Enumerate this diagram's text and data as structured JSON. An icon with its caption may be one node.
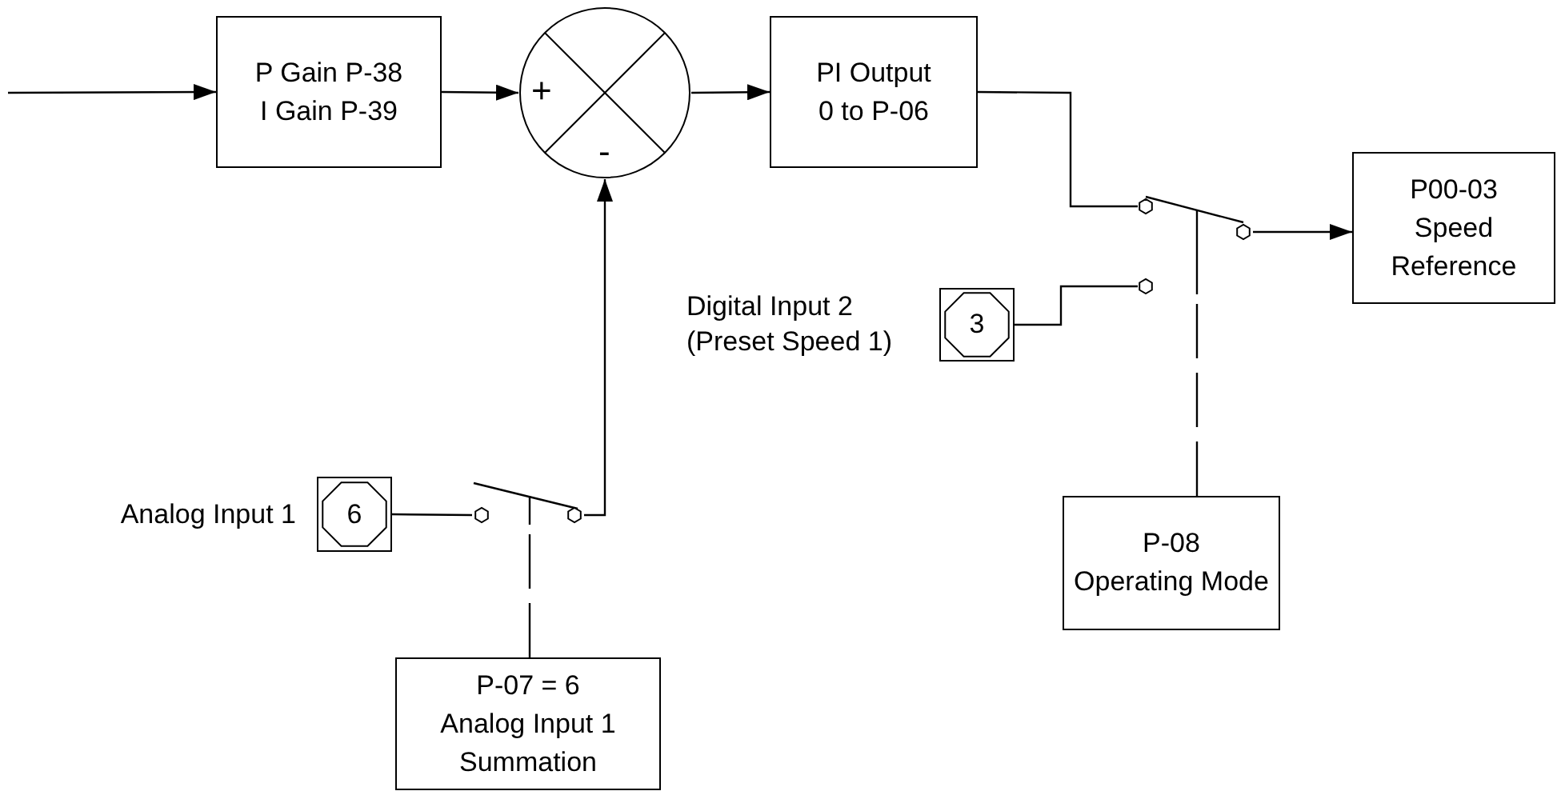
{
  "diagram": {
    "nodes": [
      {
        "text": [
          "P Gain P-38",
          "I Gain P-39"
        ]
      },
      {
        "text": [
          "+",
          "-"
        ]
      },
      {
        "text": [
          "PI Output",
          "0 to P-06"
        ]
      },
      {
        "text": [
          "P00-03",
          "Speed Reference"
        ]
      },
      {
        "text": [],
        "shape": "switch"
      },
      {
        "text": [
          "3"
        ],
        "beside": [
          "Digital Input 2 (Preset Speed 1)"
        ]
      },
      {
        "text": [
          "P-08",
          "Operating Mode"
        ]
      },
      {
        "text": [
          "6"
        ],
        "beside": [
          "Analog Input 1"
        ]
      },
      {
        "text": [],
        "shape": "switch"
      },
      {
        "text": [
          "P-07 = 6",
          "Analog Input 1 Summation"
        ]
      }
    ],
    "edges": [
      {
        "from": null,
        "to": 0,
        "arrow": "to"
      },
      {
        "from": 0,
        "to": 1,
        "arrow": "to"
      },
      {
        "from": 1,
        "to": 2,
        "arrow": "to"
      },
      {
        "from": 2,
        "to": 4,
        "arrow": "none"
      },
      {
        "from": 4,
        "to": 3,
        "arrow": "to"
      },
      {
        "from": 5,
        "to": 4,
        "arrow": "none"
      },
      {
        "from": 6,
        "to": 4,
        "arrow": "none",
        "style": "dashed"
      },
      {
        "from": 7,
        "to": 8,
        "arrow": "none"
      },
      {
        "from": 8,
        "to": 1,
        "arrow": "to"
      },
      {
        "from": 9,
        "to": 8,
        "arrow": "none",
        "style": "dashed"
      }
    ]
  }
}
